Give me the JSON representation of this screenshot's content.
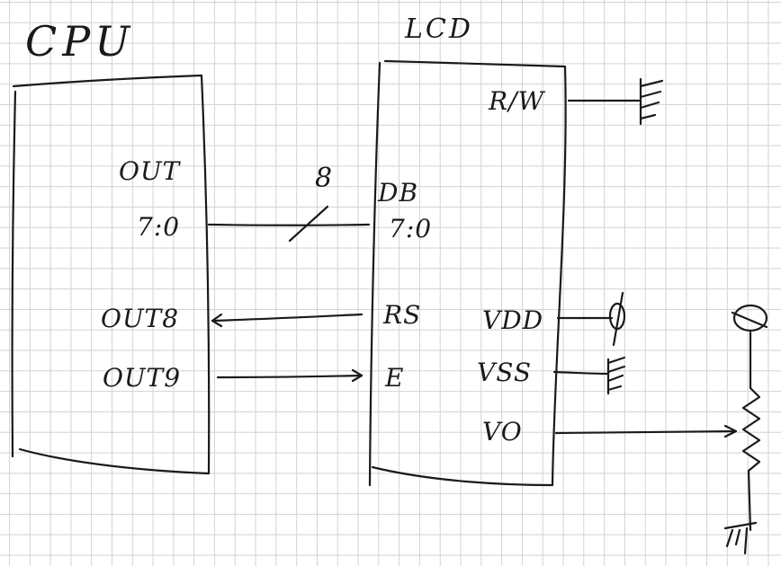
{
  "blocks": {
    "cpu": {
      "title": "CPU"
    },
    "lcd": {
      "title": "LCD"
    }
  },
  "cpu_pins": {
    "out_a": "OUT",
    "out_b": "7:0",
    "out8": "OUT8",
    "out9": "OUT9"
  },
  "lcd_pins": {
    "rw": "R/W",
    "db_a": "DB",
    "db_b": "7:0",
    "rs": "RS",
    "e": "E",
    "vdd": "VDD",
    "vss": "VSS",
    "vo": "VO"
  },
  "bus": {
    "width_label": "8"
  }
}
